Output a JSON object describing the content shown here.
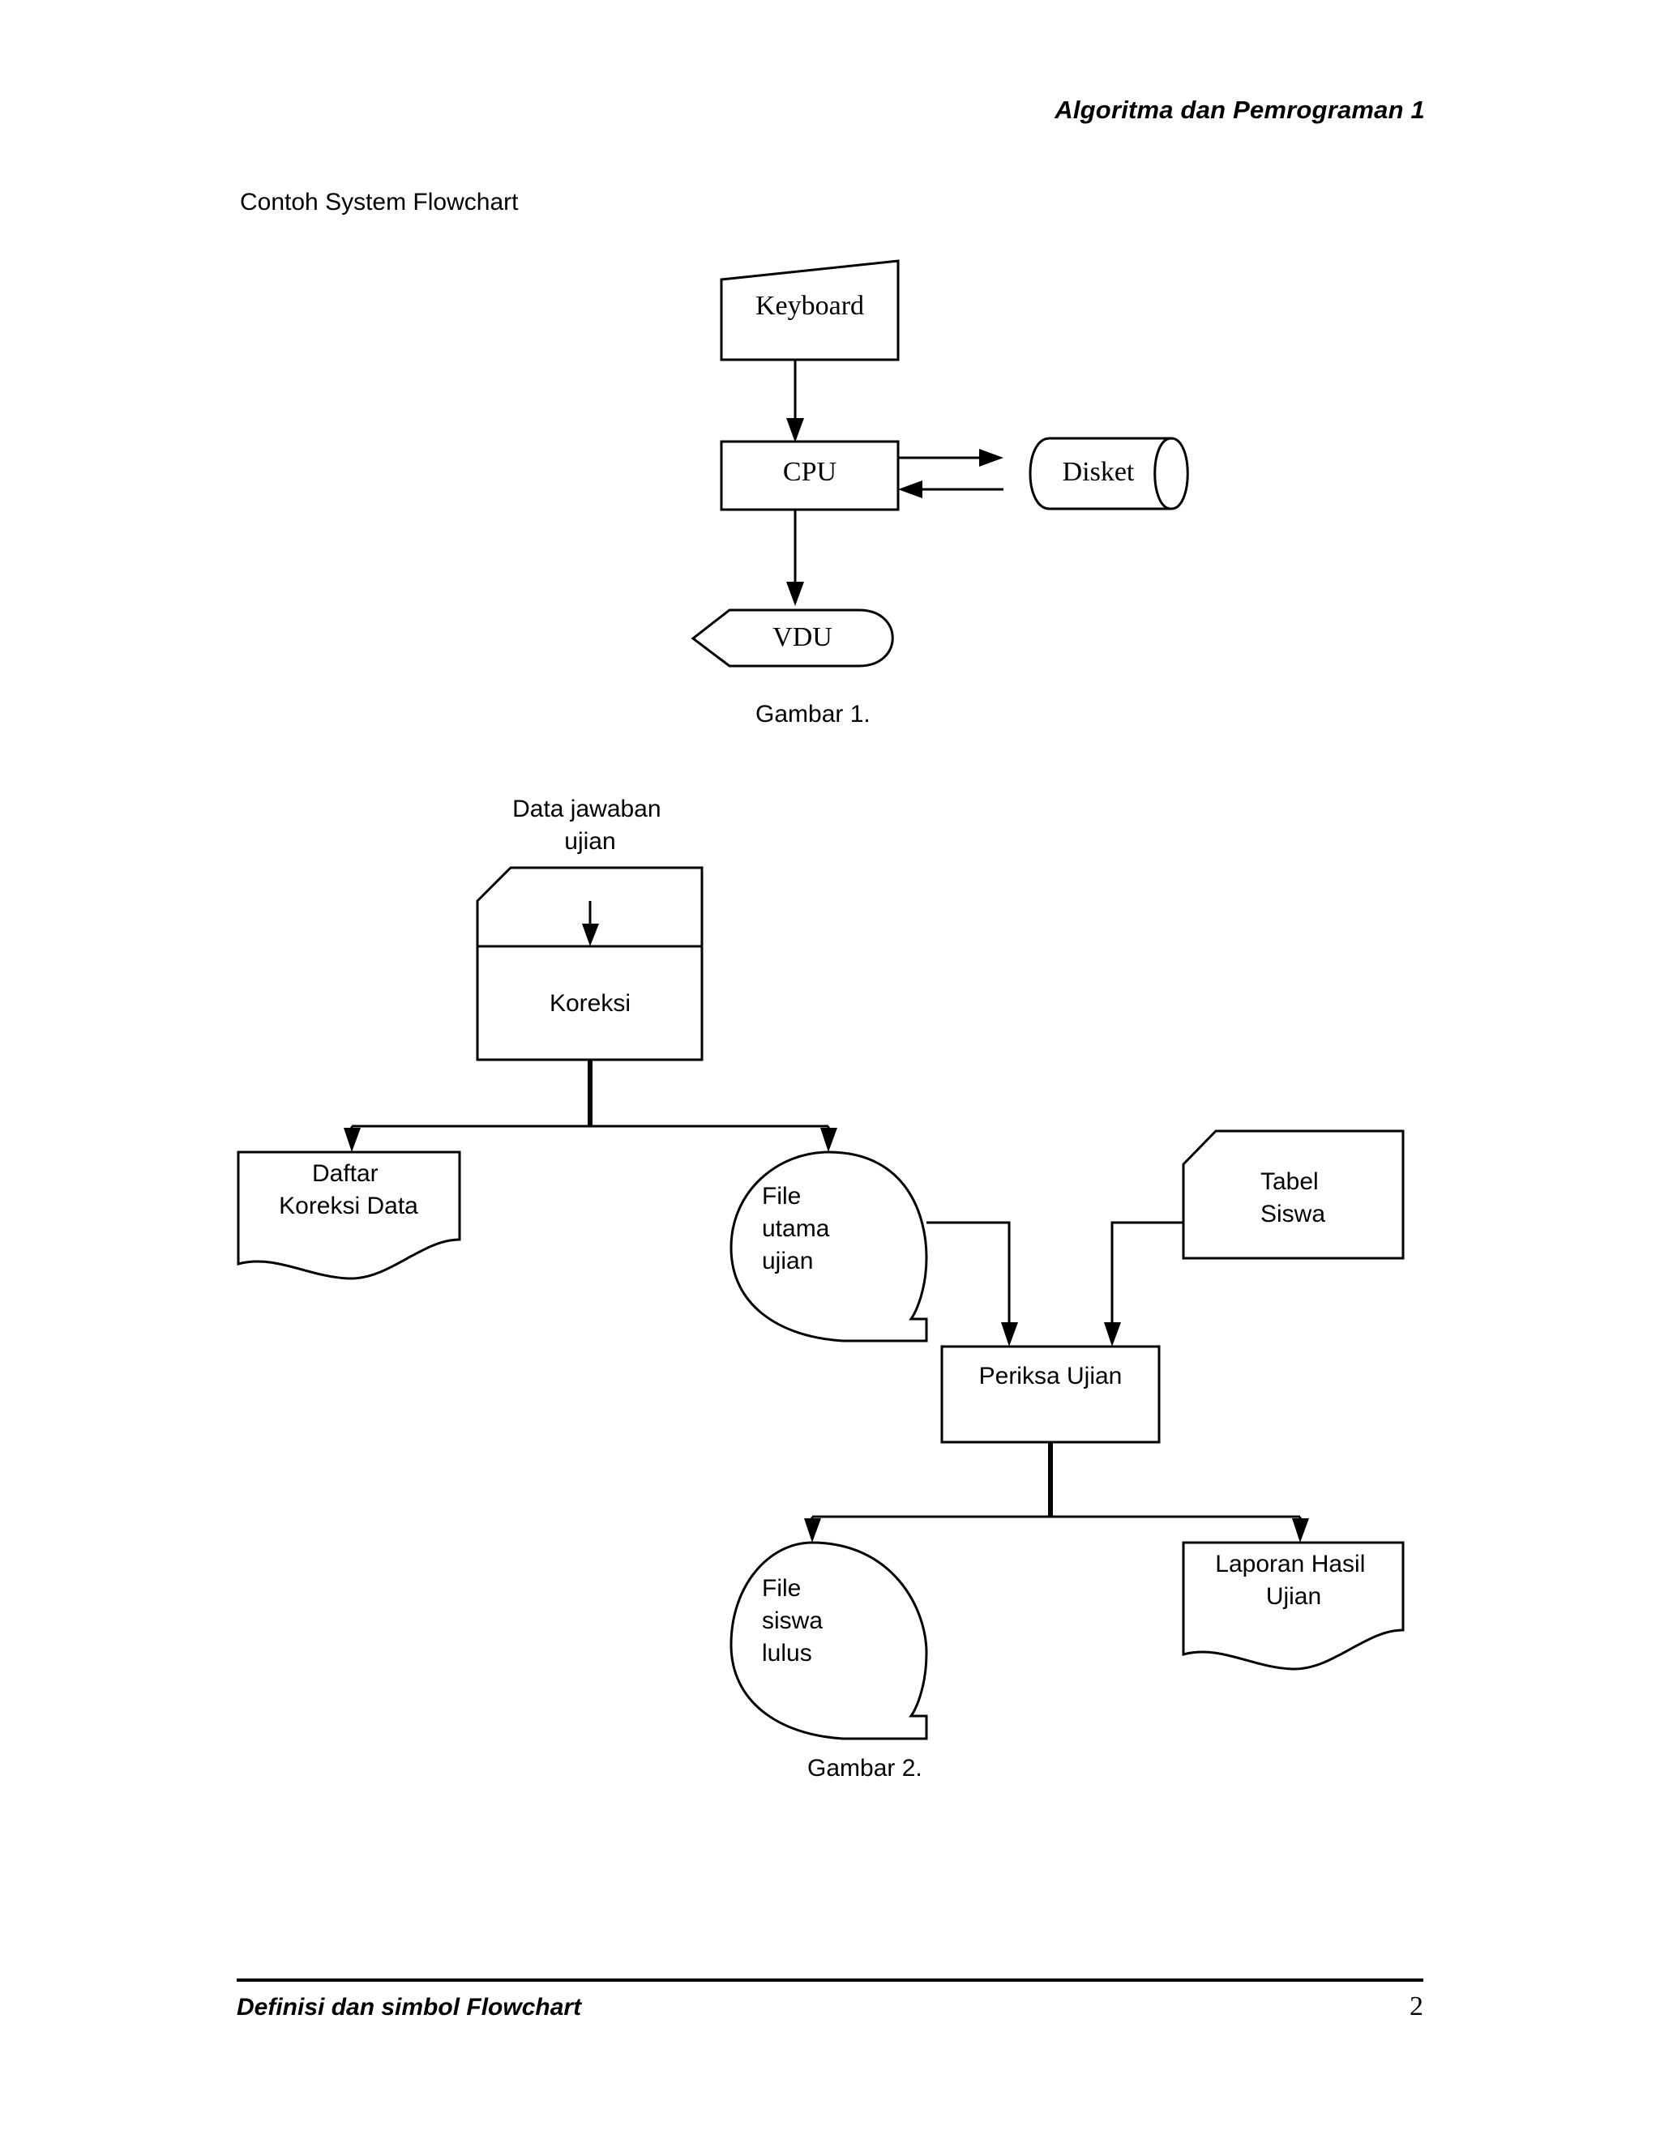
{
  "document": {
    "header_title": "Algoritma dan Pemrograman 1",
    "section_title": "Contoh System Flowchart",
    "footer_text": "Definisi dan simbol Flowchart",
    "page_number": "2"
  },
  "figures": [
    {
      "caption": "Gambar 1.",
      "nodes": [
        {
          "id": "keyboard",
          "label": "Keyboard",
          "shape": "manual-input"
        },
        {
          "id": "cpu",
          "label": "CPU",
          "shape": "process"
        },
        {
          "id": "disket",
          "label": "Disket",
          "shape": "direct-access-storage"
        },
        {
          "id": "vdu",
          "label": "VDU",
          "shape": "display"
        }
      ],
      "edges": [
        {
          "from": "keyboard",
          "to": "cpu"
        },
        {
          "from": "cpu",
          "to": "disket"
        },
        {
          "from": "disket",
          "to": "cpu"
        },
        {
          "from": "cpu",
          "to": "vdu"
        }
      ]
    },
    {
      "caption": "Gambar 2.",
      "nodes": [
        {
          "id": "data-jawaban-ujian",
          "label": "Data jawaban ujian",
          "label_lines": [
            "Data jawaban",
            "ujian"
          ],
          "shape": "punched-card"
        },
        {
          "id": "koreksi",
          "label": "Koreksi",
          "label_lines": [
            "Koreksi"
          ],
          "shape": "process"
        },
        {
          "id": "daftar-koreksi-data",
          "label": "Daftar Koreksi Data",
          "label_lines": [
            "Daftar",
            "Koreksi Data"
          ],
          "shape": "document"
        },
        {
          "id": "file-utama-ujian",
          "label": "File utama ujian",
          "label_lines": [
            "File",
            "utama",
            "ujian"
          ],
          "shape": "magnetic-tape"
        },
        {
          "id": "tabel-siswa",
          "label": "Tabel Siswa",
          "label_lines": [
            "Tabel",
            "Siswa"
          ],
          "shape": "punched-card"
        },
        {
          "id": "periksa-ujian",
          "label": "Periksa Ujian",
          "label_lines": [
            "Periksa Ujian"
          ],
          "shape": "process"
        },
        {
          "id": "file-siswa-lulus",
          "label": "File siswa lulus",
          "label_lines": [
            "File",
            "siswa",
            "lulus"
          ],
          "shape": "magnetic-tape"
        },
        {
          "id": "laporan-hasil-ujian",
          "label": "Laporan Hasil Ujian",
          "label_lines": [
            "Laporan Hasil",
            "Ujian"
          ],
          "shape": "document"
        }
      ],
      "edges": [
        {
          "from": "data-jawaban-ujian",
          "to": "koreksi"
        },
        {
          "from": "koreksi",
          "to": "daftar-koreksi-data"
        },
        {
          "from": "koreksi",
          "to": "file-utama-ujian"
        },
        {
          "from": "file-utama-ujian",
          "to": "periksa-ujian"
        },
        {
          "from": "tabel-siswa",
          "to": "periksa-ujian"
        },
        {
          "from": "periksa-ujian",
          "to": "file-siswa-lulus"
        },
        {
          "from": "periksa-ujian",
          "to": "laporan-hasil-ujian"
        }
      ]
    }
  ],
  "colors": {
    "ink": "#000000",
    "paper": "#ffffff"
  }
}
